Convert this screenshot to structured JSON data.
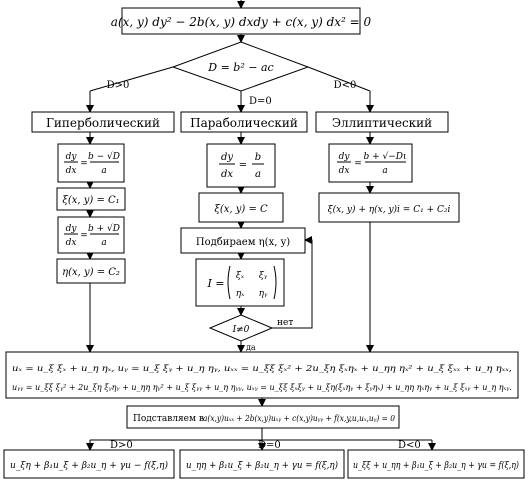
{
  "top_equation": "a(x, y) dy² − 2b(x, y) dxdy + c(x, y) dx² = 0",
  "discriminant": "D = b² − ac",
  "branch_labels": {
    "d_pos": "D>0",
    "d_zero": "D=0",
    "d_neg": "D<0"
  },
  "hyperbolic": {
    "title": "Гиперболический",
    "eq1_num": "dy",
    "eq1_den": "dx",
    "eq1_rnum": "b − √D",
    "eq1_rden": "a",
    "eq2": "ξ(x, y) = C₁",
    "eq3_num": "dy",
    "eq3_den": "dx",
    "eq3_rnum": "b + √D",
    "eq3_rden": "a",
    "eq4": "η(x, y) = C₂"
  },
  "parabolic": {
    "title": "Параболический",
    "eq1_num": "dy",
    "eq1_den": "dx",
    "eq1_rnum": "b",
    "eq1_rden": "a",
    "eq2": "ξ(x, y) = C",
    "choose": "Подбираем η(x, y)",
    "jac_I": "I =",
    "jac_m11": "ξₓ",
    "jac_m12": "ξᵧ",
    "jac_m21": "ηₓ",
    "jac_m22": "ηᵧ",
    "check": "I≠0",
    "no": "нет",
    "yes": "да"
  },
  "elliptic": {
    "title": "Эллиптический",
    "eq1_num": "dy",
    "eq1_den": "dx",
    "eq1_rnum": "b + √−Dι",
    "eq1_rden": "a",
    "eq2": "ξ(x, y) + η(x, y)i = C₁ + C₂i"
  },
  "derivatives": {
    "line1": "uₓ = u_ξ ξₓ + u_η ηₓ,   uᵧ = u_ξ ξᵧ + u_η ηᵧ,   uₓₓ = u_ξξ ξₓ² + 2u_ξη ξₓηₓ + u_ηη ηₓ² + u_ξ ξₓₓ + u_η ηₓₓ,",
    "line2": "uᵧᵧ = u_ξξ ξᵧ² + 2u_ξη ξᵧηᵧ + u_ηη ηᵧ² + u_ξ ξᵧᵧ + u_η ηᵧᵧ,   uₓᵧ = u_ξξ ξₓξᵧ + u_ξη(ξₓηᵧ + ξᵧηₓ) + u_ηη ηₓηᵧ + u_ξ ξₓᵧ + u_η ηₓᵧ."
  },
  "substitute": {
    "label": "Подставляем в",
    "equation": "a(x,y)uₓₓ + 2b(x,y)uₓᵧ + c(x,y)uᵧᵧ + f(x,y,u,uₓ,uᵧ) = 0"
  },
  "results": {
    "hyperbolic": "u_ξη + β₁u_ξ + β₂u_η + γu − f(ξ,η)",
    "parabolic": "u_ηη + β₁u_ξ + β₂u_η + γu = f(ξ,η)",
    "elliptic": "u_ξξ + u_ηη + β₁u_ξ + β₂u_η + γu = f(ξ,η)"
  }
}
